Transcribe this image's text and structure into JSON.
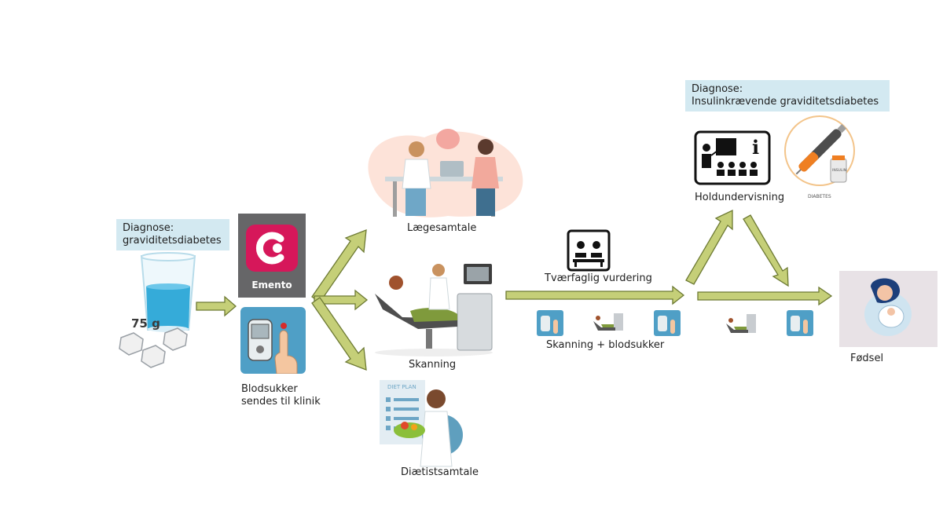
{
  "diagnosis_left": {
    "line1": "Diagnose:",
    "line2": "graviditetsdiabetes"
  },
  "diagnosis_right": {
    "line1": "Diagnose:",
    "line2": "Insulinkrævende graviditetsdiabetes"
  },
  "glucose_test": {
    "amount": "75 g"
  },
  "app": {
    "name": "Emento"
  },
  "blood_sugar": {
    "line1": "Blodsukker",
    "line2": "sendes til klinik"
  },
  "consultation": {
    "label": "Lægesamtale"
  },
  "scan": {
    "label": "Skanning"
  },
  "dietitian": {
    "label": "Diætistsamtale",
    "plan_title": "DIET PLAN"
  },
  "review": {
    "label": "Tværfaglig vurdering"
  },
  "followup": {
    "label": "Skanning + blodsukker"
  },
  "group_teaching": {
    "label": "Holdundervisning"
  },
  "insulin": {
    "vial_label": "INSULIN",
    "caption": "DIABETES"
  },
  "birth": {
    "label": "Fødsel"
  },
  "colors": {
    "arrow": "#c5cf78",
    "arrow_stroke": "#6d7a33",
    "diagnosis_bg": "#d3e9f1",
    "emento_brand": "#d6175a"
  }
}
